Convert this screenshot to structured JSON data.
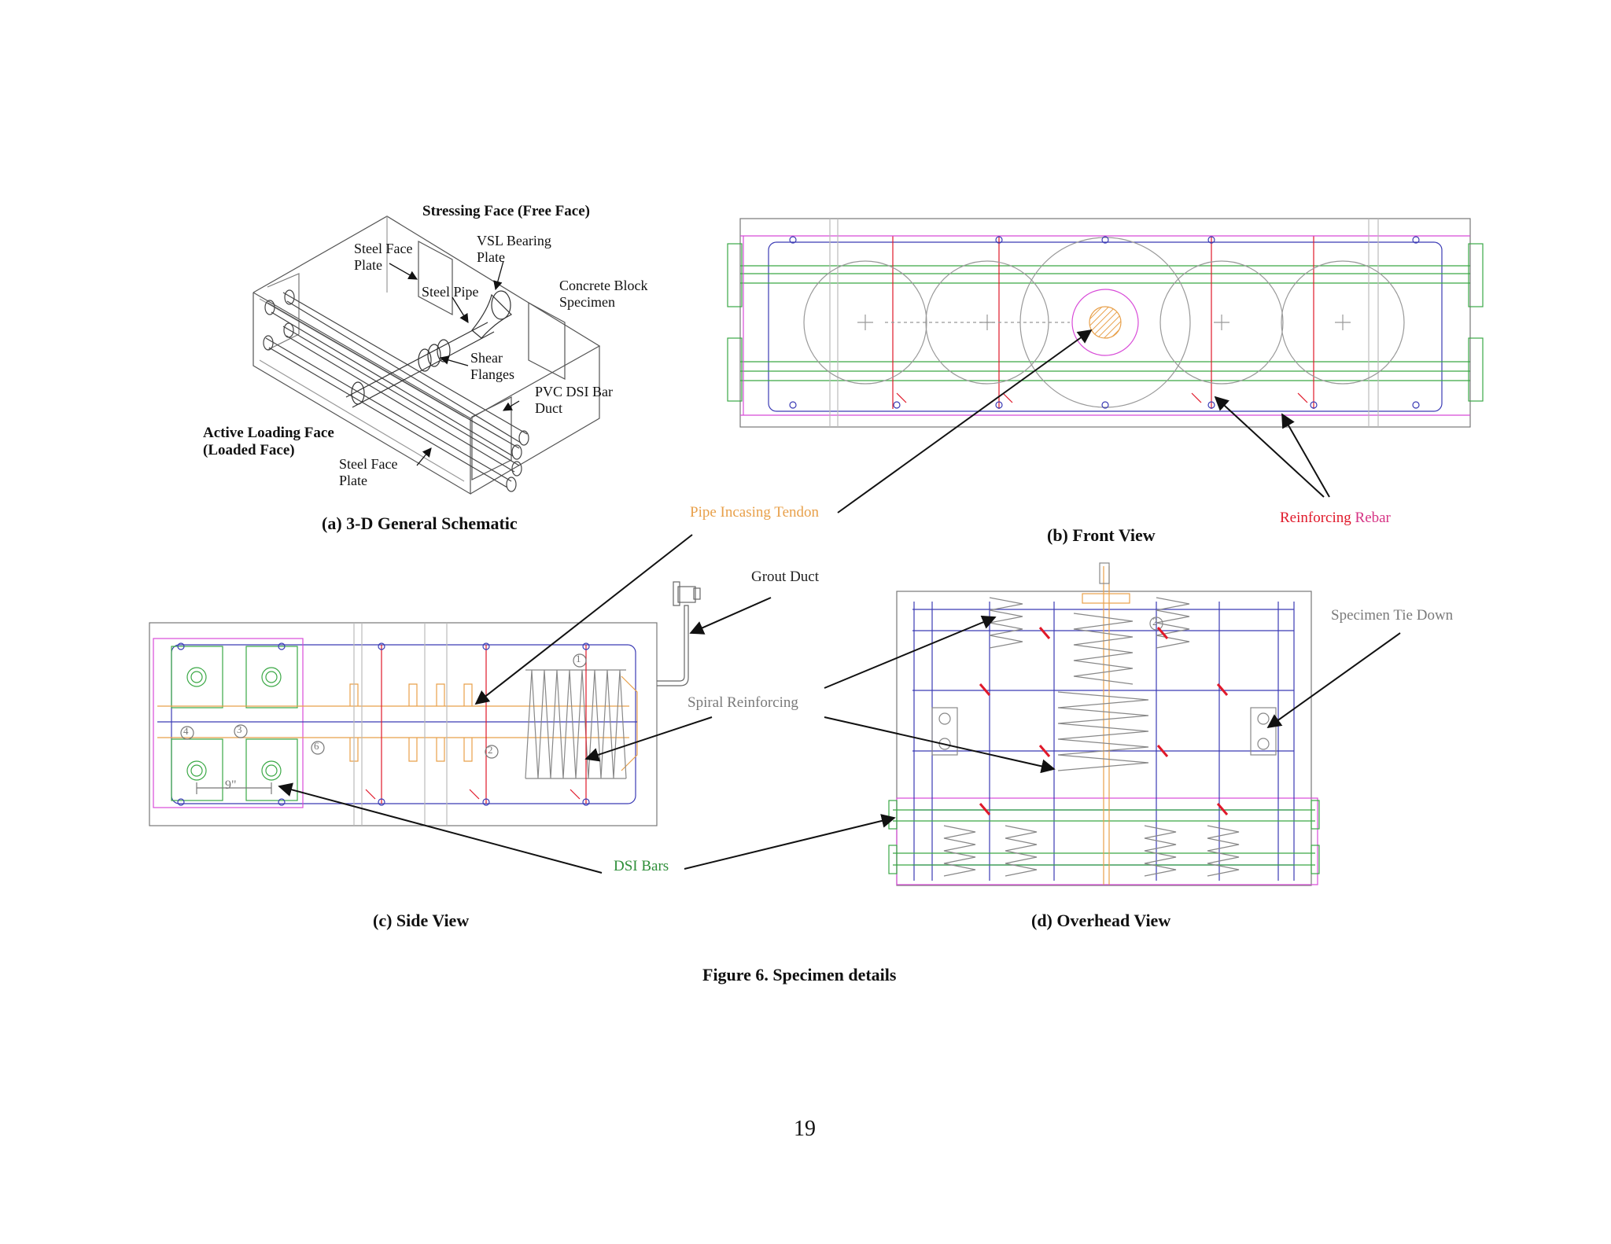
{
  "figure": {
    "caption": "Figure 6. Specimen details",
    "page_number": "19"
  },
  "panel_a": {
    "caption": "(a) 3-D General Schematic",
    "stressing_face": "Stressing Face (Free Face)",
    "steel_face_plate_top": "Steel Face\nPlate",
    "vsl_bearing_plate": "VSL Bearing\nPlate",
    "steel_pipe": "Steel Pipe",
    "concrete_block": "Concrete Block\nSpecimen",
    "shear_flanges": "Shear\nFlanges",
    "pvc_duct": "PVC DSI Bar\nDuct",
    "active_loading_face": "Active Loading Face\n(Loaded Face)",
    "steel_face_plate_bottom": "Steel Face\nPlate"
  },
  "panel_b": {
    "caption": "(b) Front View"
  },
  "panel_c": {
    "caption": "(c) Side View",
    "dimension": "9\"",
    "markers": [
      "1",
      "2",
      "3",
      "4",
      "6"
    ]
  },
  "panel_d": {
    "caption": "(d) Overhead View",
    "marker": "2"
  },
  "callouts": {
    "pipe_incasing_tendon": "Pipe Incasing Tendon",
    "reinforcing_1": "Reinforcing",
    "reinforcing_2": "Rebar",
    "grout_duct": "Grout Duct",
    "spiral_reinforcing": "Spiral Reinforcing",
    "dsi_bars": "DSI Bars",
    "specimen_tie_down": "Specimen Tie Down"
  },
  "colors": {
    "tendon_orange": "#e8a04a",
    "rebar_red": "#e0192a",
    "rebar_pink": "#d63384",
    "dsi_green": "#3aa845",
    "tie_purple": "#3b3bb5",
    "magenta": "#d84bd8",
    "grey_text": "#7a7a7a",
    "grid_grey": "#9a9a9a"
  }
}
